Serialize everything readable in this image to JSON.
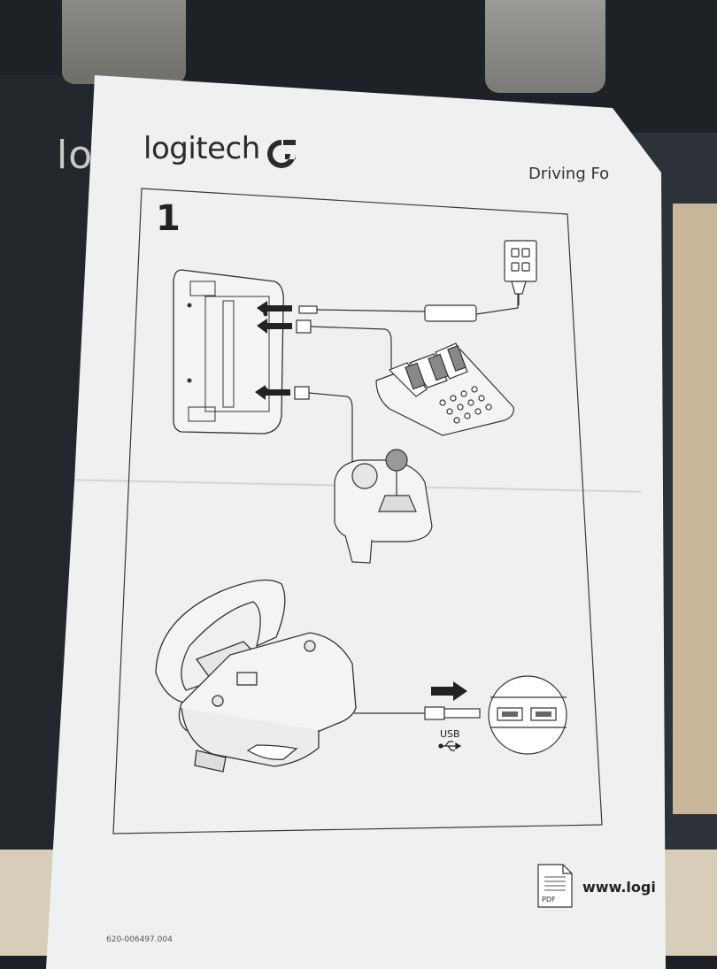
{
  "background": {
    "box_brand": "lo"
  },
  "sheet": {
    "brand": "logitech",
    "title": "Driving Fo",
    "step_number": "1",
    "usb_label": "USB",
    "pdf_label": "PDF",
    "website": "www.logitec",
    "part_number": "620-006497.004"
  },
  "colors": {
    "paper": "#eef0f2",
    "ink": "#2a2a2a",
    "background": "#1e2226"
  }
}
